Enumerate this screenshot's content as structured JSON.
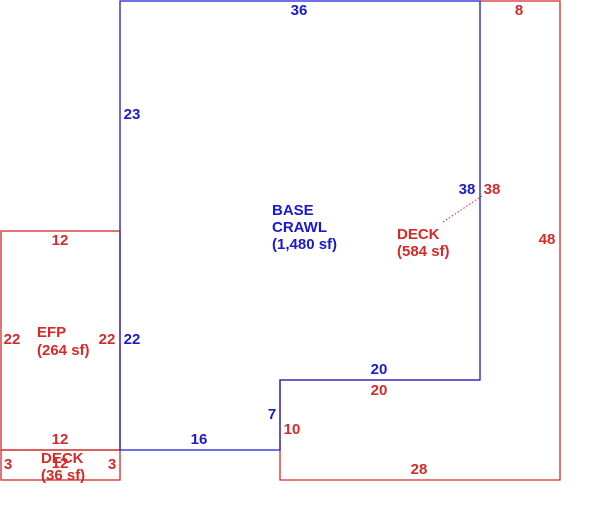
{
  "colors": {
    "base": "#1a1ad0",
    "addition": "#d42a2a"
  },
  "base_crawl": {
    "name_line1": "BASE",
    "name_line2": "CRAWL",
    "area": "(1,480 sf)",
    "dims": {
      "top": "36",
      "left_upper": "23",
      "right_inner": "38",
      "step_top": "20",
      "step_side": "7",
      "bottom": "16",
      "left_lower": "22"
    }
  },
  "deck_main": {
    "name": "DECK",
    "area": "(584 sf)",
    "dims": {
      "top": "8",
      "right": "48",
      "inner": "38",
      "step_top": "20",
      "step_side": "10",
      "bottom": "28"
    }
  },
  "efp": {
    "name": "EFP",
    "area": "(264 sf)",
    "dims": {
      "top": "12",
      "left": "22",
      "right": "22",
      "bottom": "12"
    }
  },
  "deck_small": {
    "name": "DECK",
    "area": "(36 sf)",
    "dims": {
      "left": "3",
      "right": "3",
      "top": "12"
    }
  }
}
